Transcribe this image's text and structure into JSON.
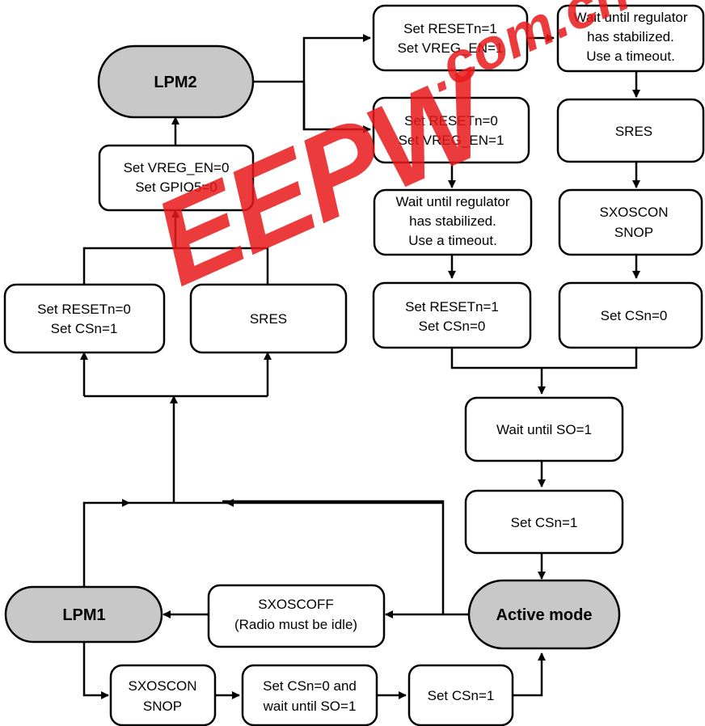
{
  "states": {
    "lpm2": "LPM2",
    "lpm1": "LPM1",
    "active": "Active mode"
  },
  "boxes": {
    "set_vreg_gpio": [
      "Set VREG_EN=0",
      "Set GPIO5=0"
    ],
    "set_reset0_csn1": [
      "Set RESETn=0",
      "Set CSn=1"
    ],
    "sres_left": [
      "SRES"
    ],
    "set_reset1_vreg1": [
      "Set RESETn=1",
      "Set VREG_EN=1"
    ],
    "set_reset0_vreg1": [
      "Set RESETn=0",
      "Set VREG_EN=1"
    ],
    "wait_regulator_right": [
      "Wait until regulator",
      "has stabilized.",
      "Use a timeout."
    ],
    "sres_right": [
      "SRES"
    ],
    "wait_regulator_mid": [
      "Wait until regulator",
      "has stabilized.",
      "Use a timeout."
    ],
    "sxoscon_snop_right": [
      "SXOSCON",
      "SNOP"
    ],
    "set_reset1_csn0": [
      "Set RESETn=1",
      "Set CSn=0"
    ],
    "set_csn0": [
      "Set CSn=0"
    ],
    "wait_so": [
      "Wait until SO=1"
    ],
    "set_csn1_right": [
      "Set CSn=1"
    ],
    "sxoscoff": [
      "SXOSCOFF",
      "(Radio must be idle)"
    ],
    "sxoscon_snop_bottom": [
      "SXOSCON",
      "SNOP"
    ],
    "set_csn0_wait": [
      "Set CSn=0 and",
      "wait until SO=1"
    ],
    "set_csn1_bottom": [
      "Set CSn=1"
    ]
  },
  "watermark": {
    "logo": "EEPW",
    "domain": ".com.cn"
  }
}
